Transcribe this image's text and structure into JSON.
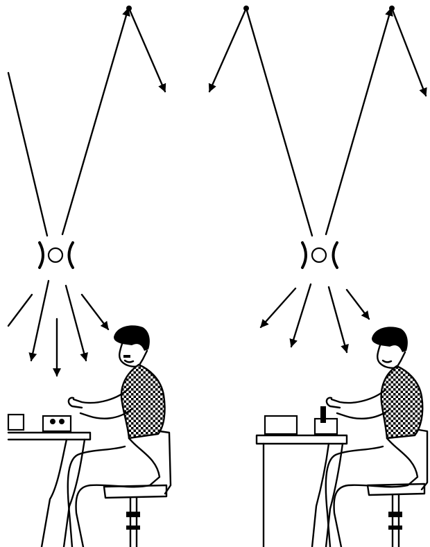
{
  "figure": {
    "panels": [
      {
        "id": "left",
        "lamp": "lamp-icon",
        "worker": "seated-worker"
      },
      {
        "id": "right",
        "lamp": "lamp-icon",
        "worker": "seated-worker"
      }
    ],
    "colors": {
      "ink": "#000000",
      "paper": "#ffffff"
    }
  }
}
